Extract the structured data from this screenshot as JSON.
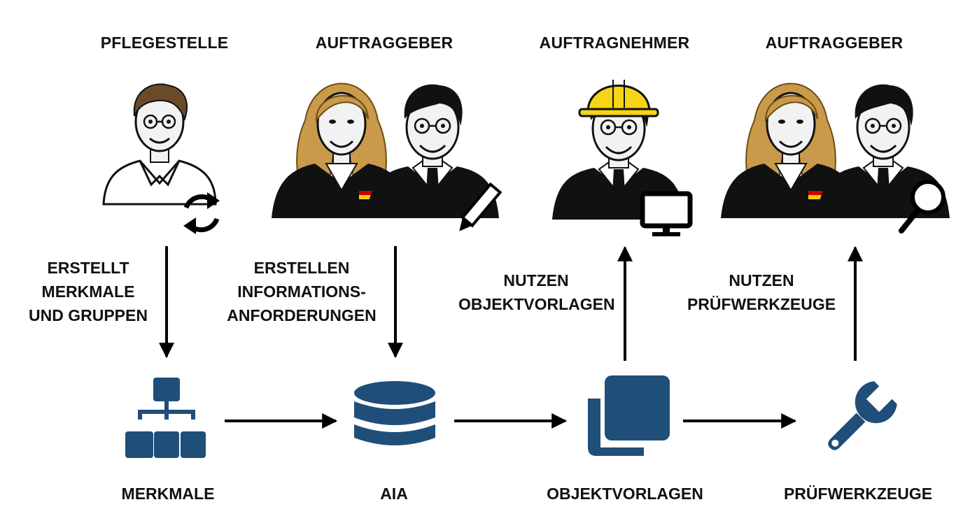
{
  "roles": [
    {
      "id": "pflegestelle",
      "label": "PFLEGESTELLE"
    },
    {
      "id": "auftraggeber1",
      "label": "AUFTRAGGEBER"
    },
    {
      "id": "auftragnehmer",
      "label": "AUFTRAGNEHMER"
    },
    {
      "id": "auftraggeber2",
      "label": "AUFTRAGGEBER"
    }
  ],
  "edge_labels": {
    "erstellt": [
      "ERSTELLT",
      "MERKMALE",
      "UND GRUPPEN"
    ],
    "erstellen": [
      "ERSTELLEN",
      "INFORMATIONS-",
      "ANFORDERUNGEN"
    ],
    "nutzen_objekt": [
      "NUTZEN",
      "OBJEKTVORLAGEN"
    ],
    "nutzen_pruef": [
      "NUTZEN",
      "PRÜFWERKZEUGE"
    ]
  },
  "nodes": [
    {
      "id": "merkmale",
      "label": "MERKMALE",
      "icon": "hierarchy-icon"
    },
    {
      "id": "aia",
      "label": "AIA",
      "icon": "database-icon"
    },
    {
      "id": "objektvorlagen",
      "label": "OBJEKTVORLAGEN",
      "icon": "copy-icon"
    },
    {
      "id": "pruefwerkzeuge",
      "label": "PRÜFWERKZEUGE",
      "icon": "wrench-icon"
    }
  ],
  "colors": {
    "icon_blue": "#1f4e79",
    "text": "#111111",
    "helmet": "#f5d516",
    "hair_blonde": "#c99a4a",
    "skin": "#f2f2f2"
  }
}
